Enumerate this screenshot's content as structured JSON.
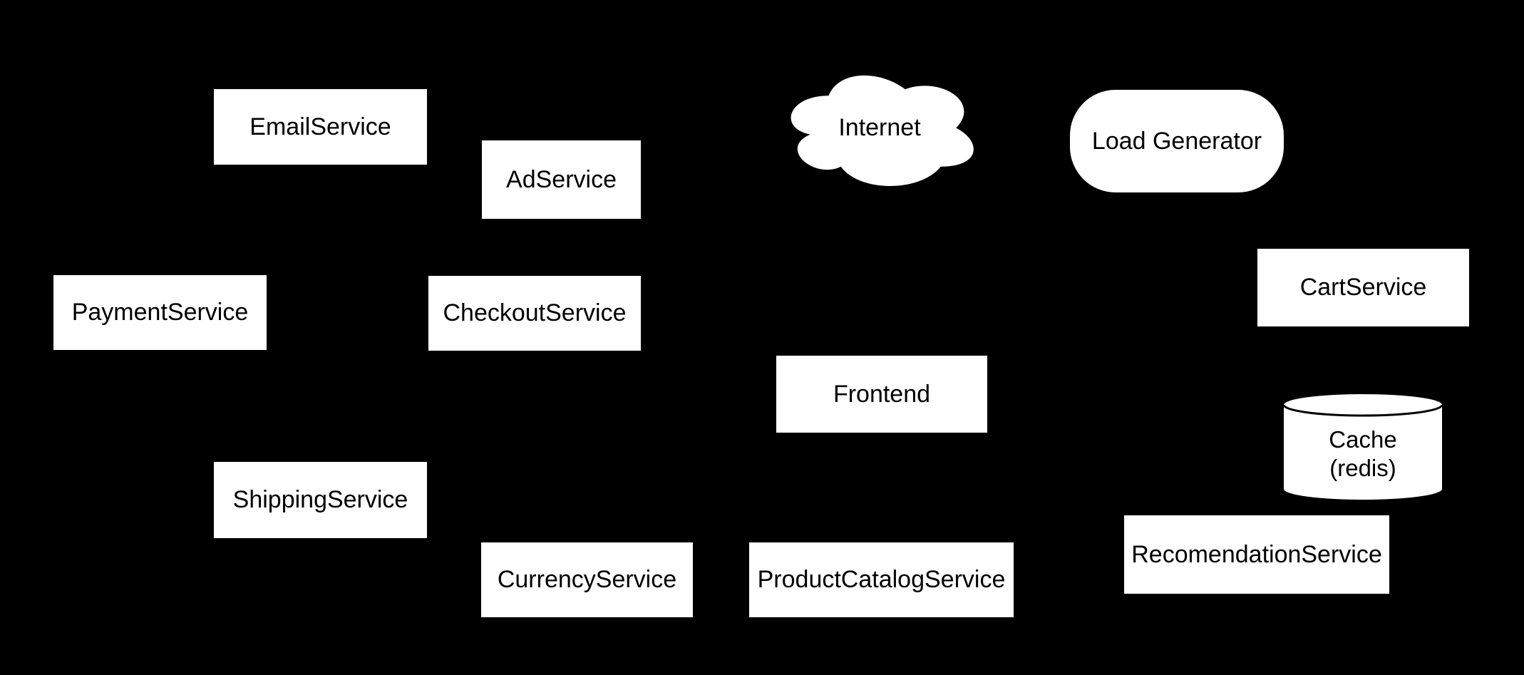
{
  "diagram": {
    "background_color": "#000000",
    "node_fill_color": "#ffffff",
    "node_text_color": "#000000",
    "nodes": {
      "email_service": {
        "label": "EmailService",
        "shape": "rectangle"
      },
      "ad_service": {
        "label": "AdService",
        "shape": "rectangle"
      },
      "internet": {
        "label": "Internet",
        "shape": "cloud"
      },
      "load_generator": {
        "label": "Load Generator",
        "shape": "rounded-rectangle"
      },
      "payment_service": {
        "label": "PaymentService",
        "shape": "rectangle"
      },
      "checkout_service": {
        "label": "CheckoutService",
        "shape": "rectangle"
      },
      "cart_service": {
        "label": "CartService",
        "shape": "rectangle"
      },
      "frontend": {
        "label": "Frontend",
        "shape": "rectangle"
      },
      "cache": {
        "label": "Cache",
        "sublabel": "(redis)",
        "shape": "cylinder"
      },
      "shipping_service": {
        "label": "ShippingService",
        "shape": "rectangle"
      },
      "currency_service": {
        "label": "CurrencyService",
        "shape": "rectangle"
      },
      "product_catalog_service": {
        "label": "ProductCatalogService",
        "shape": "rectangle"
      },
      "recomendation_service": {
        "label": "RecomendationService",
        "shape": "rectangle"
      }
    }
  }
}
